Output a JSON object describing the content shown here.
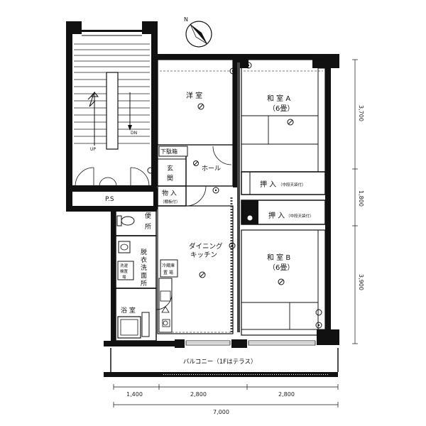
{
  "rooms": {
    "western": "洋 室",
    "washitsu_a_name": "和 室 A",
    "washitsu_a_size": "（6畳）",
    "washitsu_b_name": "和 室 B",
    "washitsu_b_size": "（6畳）",
    "dining_1": "ダイニング",
    "dining_2": "キッチン",
    "hall": "ホール",
    "shoe_box": "下駄箱",
    "entrance_1": "玄",
    "entrance_2": "関",
    "storage": "物 入",
    "storage_note": "（棚板付）",
    "closet_a": "押 入",
    "closet_a_note": "（中段天袋付）",
    "closet_b": "押 入",
    "closet_b_note": "（中段天袋付）",
    "toilet_1": "便",
    "toilet_2": "所",
    "washroom": [
      "脱",
      "衣",
      "洗",
      "面",
      "所"
    ],
    "bath": "浴 室",
    "ps": "P.S",
    "fridge_1": "冷蔵庫",
    "fridge_2": "置 場",
    "washer_1": "洗濯",
    "washer_2": "機置",
    "washer_3": "場",
    "balcony": "バルコニー（1Fはテラス）",
    "up": "UP",
    "dn": "DN"
  },
  "dimensions": {
    "right": [
      "3,700",
      "1,800",
      "3,900"
    ],
    "bottom": [
      "1,400",
      "2,800",
      "2,800"
    ],
    "total": "7,000"
  },
  "compass": {
    "label": "N"
  }
}
